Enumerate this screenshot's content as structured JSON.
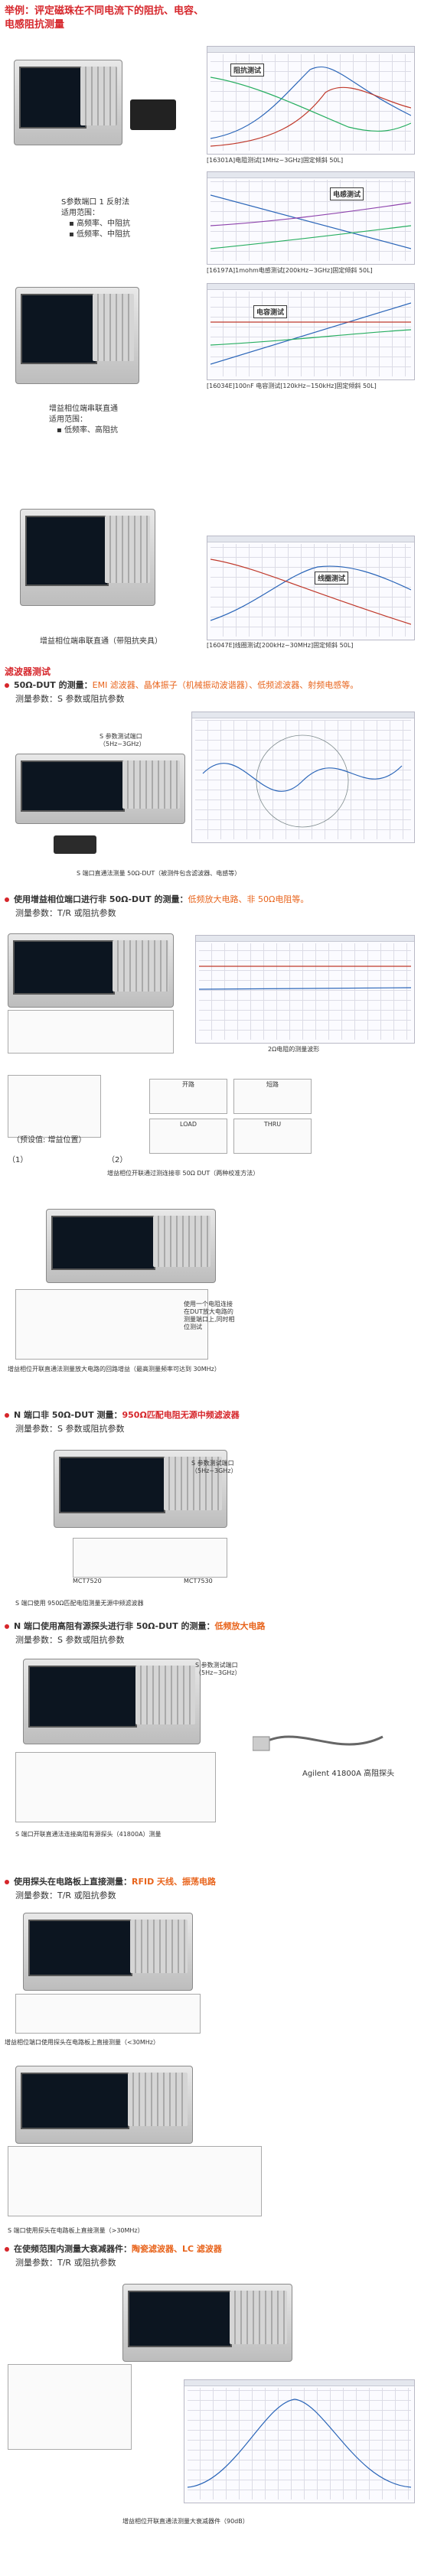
{
  "intro": {
    "title_line1": "举例：评定磁珠在不同电流下的阻抗、电容、",
    "title_line2": "电感阻抗测量"
  },
  "device_a": {
    "text_line1": "S参数端口 1 反射法",
    "text_line2": "适用范围：",
    "bullet1": "▪ 高频率、中阻抗",
    "bullet2": "▪ 低频率、中阻抗"
  },
  "device_b": {
    "text_line1": "增益相位端串联直通",
    "text_line2": "适用范围：",
    "bullet1": "▪ 低频率、高阻抗"
  },
  "device_c": {
    "caption": "增益相位端串联直通（带阻抗夹具）"
  },
  "plots": [
    {
      "label": "阻抗测试",
      "caption": "[16301A]电阻测试[1MHz~3GHz]固定倾斜 50L]"
    },
    {
      "label": "电感测试",
      "caption": "[16197A]1mohm电感测试[200kHz~3GHz]固定倾斜 50L]"
    },
    {
      "label": "电容测试",
      "caption": "[16034E]100nF 电容测试[120kHz~150kHz]固定倾斜 50L]"
    },
    {
      "label": "线圈测试",
      "caption": "[16047E]线圈测试[200kHz~30MHz]固定倾斜 50L]"
    }
  ],
  "section_filter": {
    "heading": "滤波器测试",
    "line1_prefix": "50Ω-DUT 的测量：",
    "line1_items": "EMI 滤波器、晶体振子（机械振动波谐器）、低频滤波器、射频电感等。",
    "line2": "测量参数：S 参数或阻抗参数",
    "callout": "S 参数测试端口（5Hz~3GHz）",
    "caption": "S 端口直通法测量 50Ω-DUT（被测件包含滤波器、电感等）"
  },
  "section_tr": {
    "heading_prefix": "使用增益相位端口进行非 50Ω-DUT 的测量：",
    "heading_items": "低频放大电路、非 50Ω电阻等。",
    "line2": "测量参数：T/R 或阻抗参数",
    "wave_caption": "2Ω电阻的测量波形",
    "labels": [
      "开路",
      "短路",
      "LOAD",
      "THRU"
    ],
    "label_1": "（1）",
    "label_2": "（2）",
    "label_1b": "（预设值: 增益位置）",
    "caption1": "增益相位开联通过测连接非 50Ω DUT（两种校准方法）",
    "caption2": "增益相位开联直通法测量放大电路的回路增益（最高测量频率可达到 30MHz）",
    "amp_notes": "使用一个电阻连接在DUT放大电路的测量端口上,同时相位测试"
  },
  "section_n_port": {
    "heading_prefix": "N 端口非 50Ω-DUT 测量：",
    "heading_items": "950Ω匹配电阻无源中频滤波器",
    "line2": "测量参数：S 参数或阻抗参数",
    "callout": "S 参数测试端口（5Hz~3GHz）",
    "left_label": "MCT7520",
    "right_label": "MCT7530",
    "caption": "S 端口使用 950Ω匹配电阻测量无源中频滤波器"
  },
  "section_probe": {
    "heading_prefix": "N 端口使用高阻有源探头进行非 50Ω-DUT 的测量：",
    "heading_items": "低频放大电路",
    "line2": "测量参数：S 参数或阻抗参数",
    "callout": "S 参数测试端口（5Hz~3GHz）",
    "probe_name": "Agilent 41800A 高阻探头",
    "caption": "S 端口开联直通法连接高阻有源探头（41800A）测量"
  },
  "section_board": {
    "heading_prefix": "使用探头在电路板上直接测量：",
    "heading_items": "RFID 天线、振荡电路",
    "line2": "测量参数：T/R 或阻抗参数",
    "caption1": "增益相位端口使用探头在电路板上直接测量（<30MHz）",
    "caption2": "S 端口使用探头在电路板上直接测量（>30MHz）"
  },
  "section_wide": {
    "heading_prefix": "在使频范围内测量大衰减器件：",
    "heading_items": "陶瓷滤波器、LC 滤波器",
    "line2": "测量参数：T/R 或阻抗参数",
    "caption": "增益相位开联直通法测量大衰减器件（90dB）"
  },
  "colors": {
    "accent_red": "#d6262b",
    "accent_orange": "#e8641c",
    "accent_blue": "#2a65b8"
  }
}
